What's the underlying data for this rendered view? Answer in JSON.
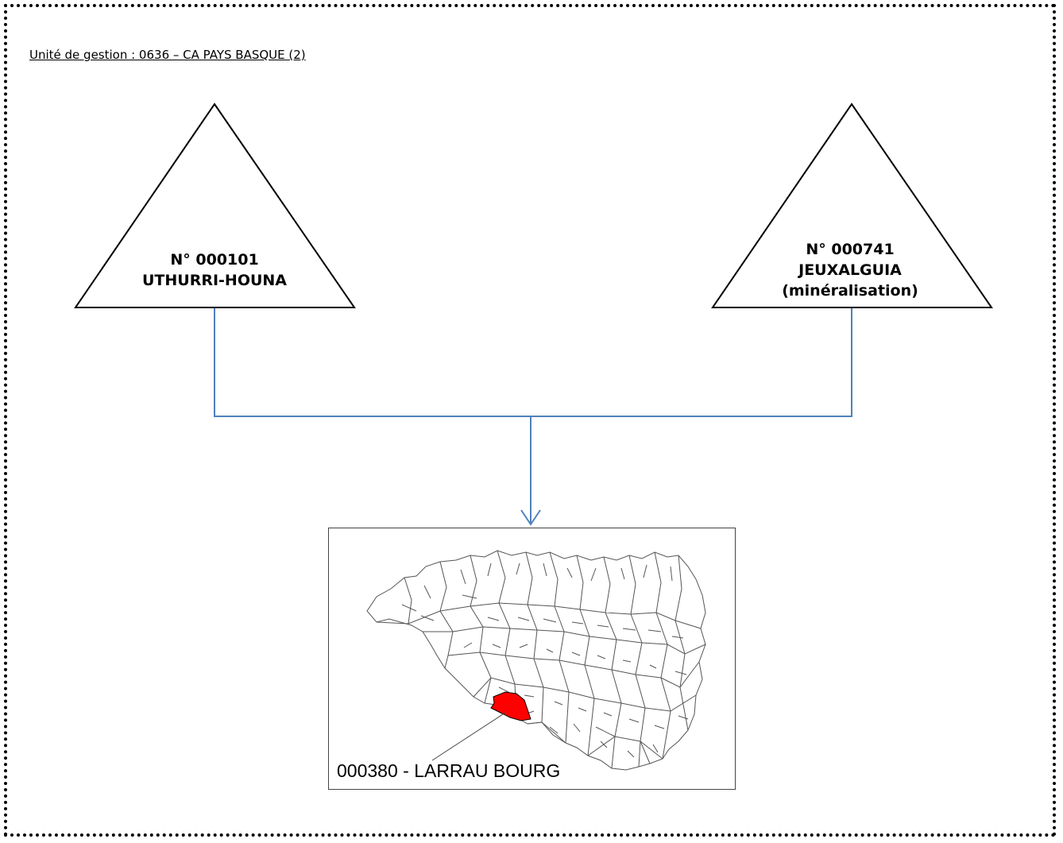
{
  "header": {
    "unit_title": "Unité de gestion : 0636 – CA PAYS BASQUE (2)"
  },
  "sources": [
    {
      "number": "N° 000101",
      "name": "UTHURRI-HOUNA",
      "note": ""
    },
    {
      "number": "N° 000741",
      "name": "JEUXALGUIA",
      "note": "(minéralisation)"
    }
  ],
  "target": {
    "caption": "000380 - LARRAU BOURG",
    "highlight_color": "#ff0000"
  },
  "colors": {
    "connector": "#4f81bd",
    "outline": "#000000"
  }
}
